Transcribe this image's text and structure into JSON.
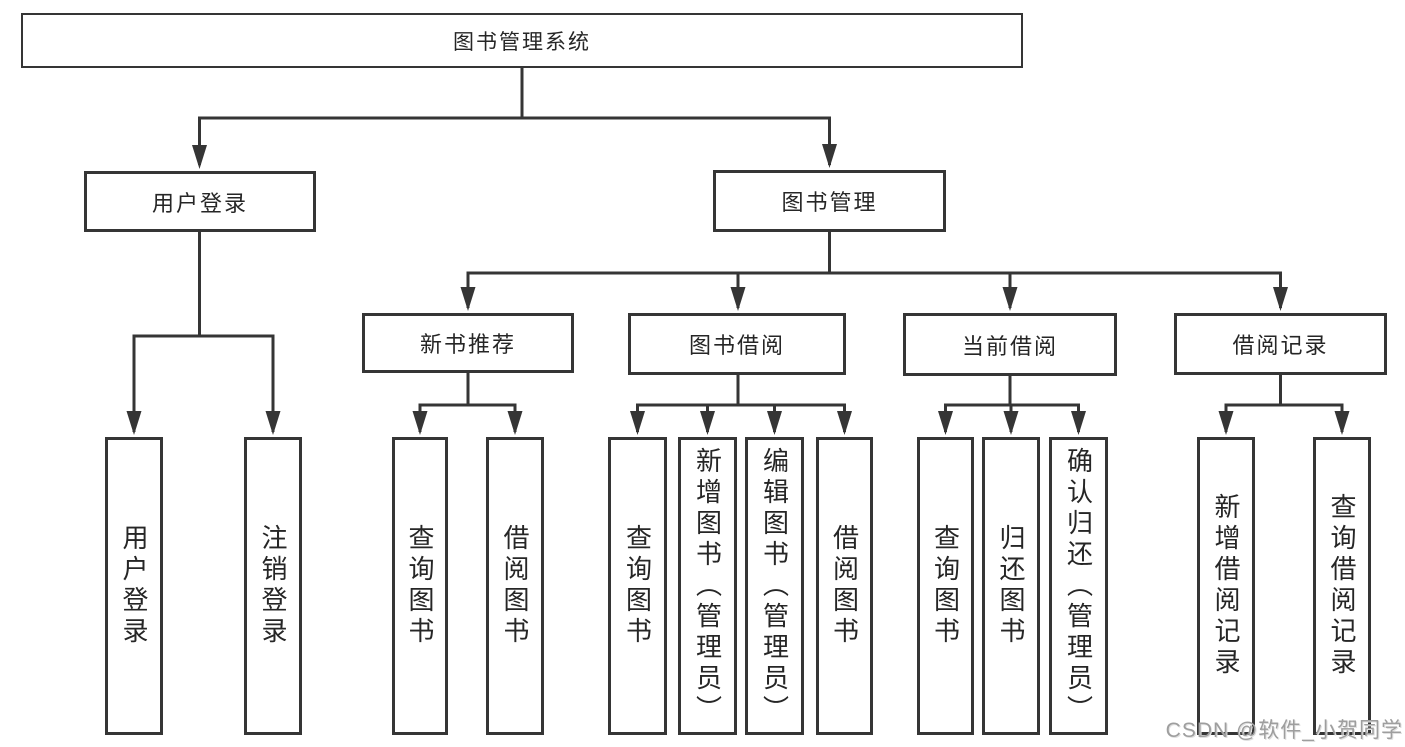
{
  "tree": {
    "root": {
      "label": "图书管理系统",
      "children": [
        {
          "label": "用户登录",
          "children": [
            {
              "label": "用户登录"
            },
            {
              "label": "注销登录"
            }
          ]
        },
        {
          "label": "图书管理",
          "children": [
            {
              "label": "新书推荐",
              "children": [
                {
                  "label": "查询图书"
                },
                {
                  "label": "借阅图书"
                }
              ]
            },
            {
              "label": "图书借阅",
              "children": [
                {
                  "label": "查询图书"
                },
                {
                  "label": "新增图书（管理员）"
                },
                {
                  "label": "编辑图书（管理员）"
                },
                {
                  "label": "借阅图书"
                }
              ]
            },
            {
              "label": "当前借阅",
              "children": [
                {
                  "label": "查询图书"
                },
                {
                  "label": "归还图书"
                },
                {
                  "label": "确认归还（管理员）"
                }
              ]
            },
            {
              "label": "借阅记录",
              "children": [
                {
                  "label": "新增借阅记录"
                },
                {
                  "label": "查询借阅记录"
                }
              ]
            }
          ]
        }
      ]
    }
  },
  "watermark": {
    "text": "CSDN @软件_小贺同学"
  },
  "colors": {
    "line": "#353535",
    "text": "#262626",
    "watermark": "#9e9e9e",
    "background": "#ffffff"
  }
}
